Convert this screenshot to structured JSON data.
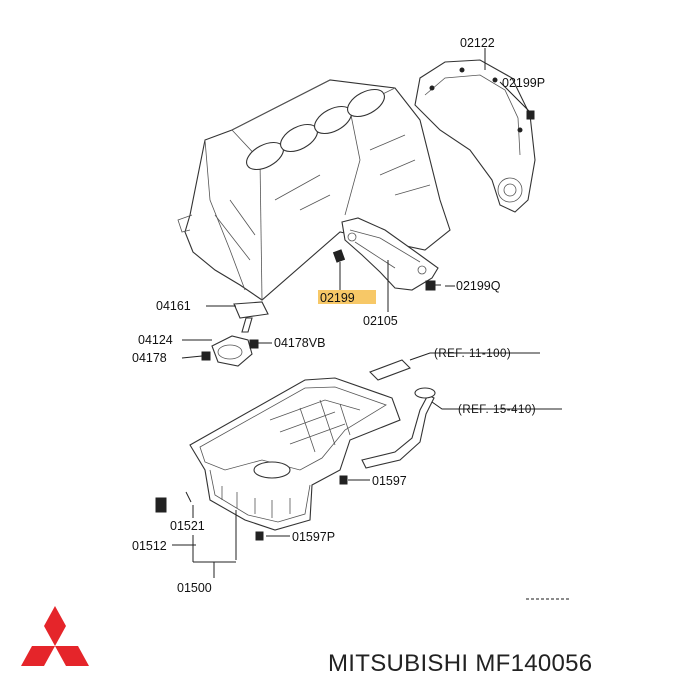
{
  "labels": {
    "p02122": "02122",
    "p02199P": "02199P",
    "p04161": "04161",
    "p02199": "02199",
    "p02199Q": "02199Q",
    "p02105": "02105",
    "p04124": "04124",
    "p04178VB": "04178VB",
    "p04178": "04178",
    "p01597": "01597",
    "p01521": "01521",
    "p01512": "01512",
    "p01597P": "01597P",
    "p01500": "01500"
  },
  "references": {
    "ref1": "(REF. 11-100)",
    "ref2": "(REF. 15-410)"
  },
  "highlight_color": "#f7c867",
  "footer": {
    "brand": "MITSUBISHI",
    "part_number": "MF140056",
    "logo_color": "#e5252a"
  }
}
